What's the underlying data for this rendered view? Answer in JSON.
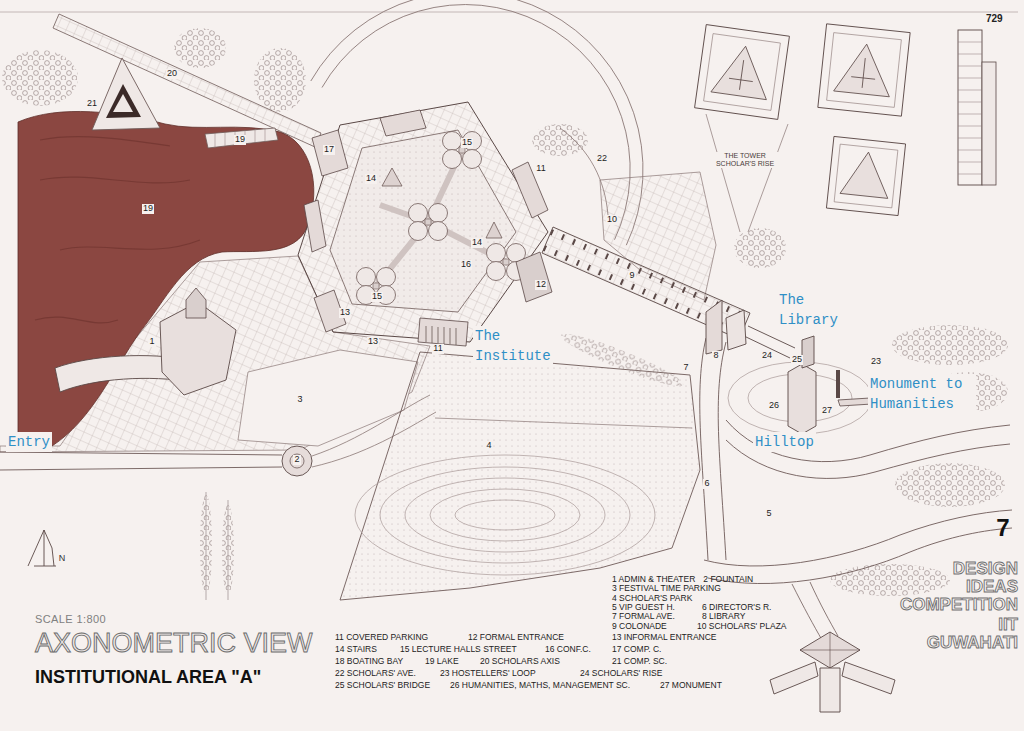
{
  "diagram": {
    "title": "AXONOMETRIC VIEW",
    "labels": [
      "729",
      "20",
      "21",
      "19",
      "17",
      "15",
      "THE TOWER SCHOLAR'S RISE",
      "14",
      "22",
      "11",
      "19",
      "10",
      "14",
      "16",
      "12",
      "9",
      "15",
      "13",
      "The Library",
      "The Institute",
      "1",
      "13",
      "11",
      "8",
      "24",
      "25",
      "23",
      "7",
      "Monument to Humanities",
      "3",
      "26",
      "27",
      "Entry",
      "Hilltop",
      "4",
      "2",
      "6",
      "5",
      "7",
      "N",
      "DESIGN IDEAS COMPETITION",
      "IIT GUWAHATI",
      "SCALE 1:800",
      "INSTITUTIONAL AREA \"A\"",
      "1 ADMIN & THEATER",
      "2 FOUNTAIN",
      "3 FESTIVAL TIME PARKING",
      "4 SCHOLAR'S PARK",
      "5 VIP GUEST H.",
      "6 DIRECTOR'S R.",
      "7 FORMAL AVE.",
      "8 LIBRARY",
      "9 COLONADE",
      "10 SCHOLARS' PLAZA",
      "11 COVERED PARKING",
      "12 FORMAL ENTRANCE",
      "13 INFORMAL ENTRANCE",
      "14 STAIRS",
      "15 LECTURE HALLS STREET",
      "16 CONF.C.",
      "17 COMP. C.",
      "18 BOATING BAY",
      "19 LAKE",
      "20 SCHOLARS AXIS",
      "21 COMP. SC.",
      "22 SCHOLARS' AVE.",
      "23 HOSTELLERS' LOOP",
      "24 SCHOLARS' RISE",
      "25 SCHOLARS' BRIDGE",
      "26 HUMANITIES, MATHS, MANAGEMENT SC.",
      "27 MONUMENT"
    ]
  }
}
